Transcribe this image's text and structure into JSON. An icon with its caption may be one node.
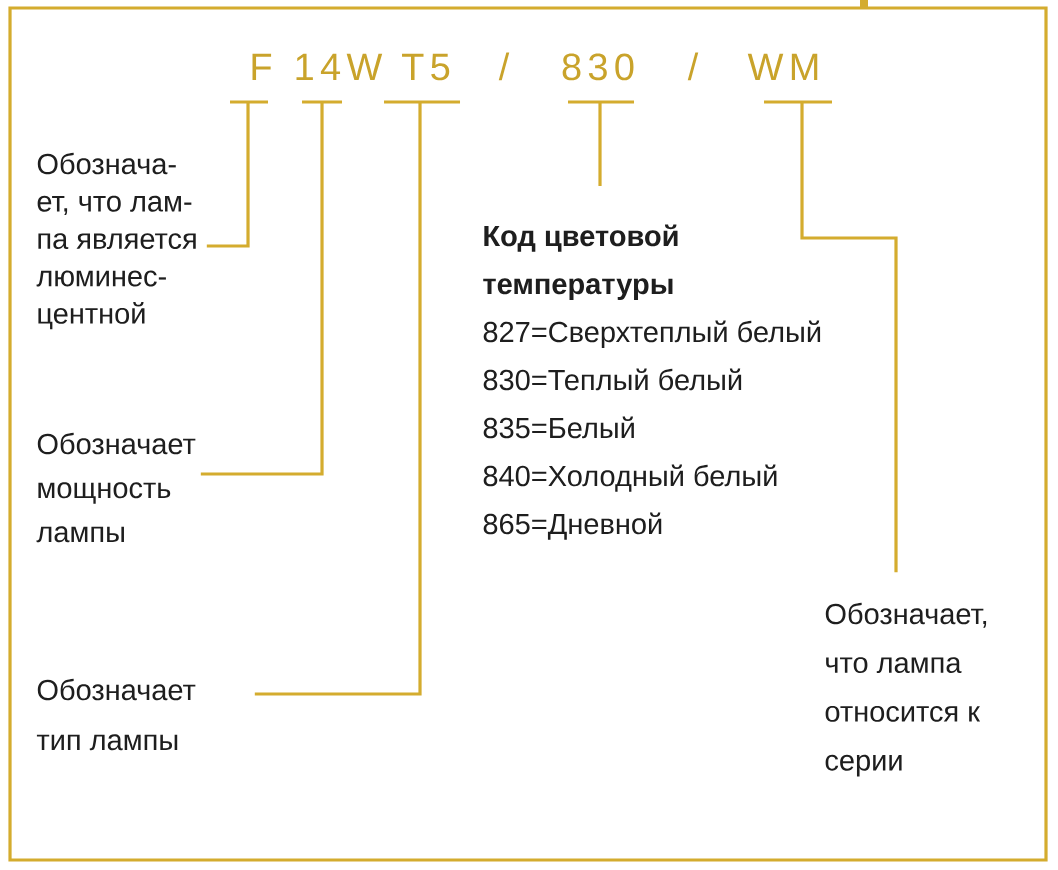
{
  "diagram": {
    "nodes": [
      {
        "text": [
          "F"
        ]
      },
      {
        "text": [
          "14W"
        ]
      },
      {
        "text": [
          "T5"
        ]
      },
      {
        "text": [
          "830"
        ]
      },
      {
        "text": [
          "WM"
        ]
      },
      {
        "text": [
          "Обознача- ет, что лам- па является люминес- центной"
        ]
      },
      {
        "text": [
          "Обозначает мощность лампы"
        ]
      },
      {
        "text": [
          "Обозначает тип лампы"
        ]
      },
      {
        "text": [
          "Код цветовой температуры",
          "827=Сверхтеплый белый",
          "830=Теплый белый",
          "835=Белый",
          "840=Холодный белый",
          "865=Дневной"
        ]
      },
      {
        "text": [
          "Обозначает, что лампа относится к серии"
        ]
      }
    ],
    "edges": [
      {
        "from": 5,
        "to": 0,
        "arrow": "none"
      },
      {
        "from": 6,
        "to": 1,
        "arrow": "none"
      },
      {
        "from": 7,
        "to": 2,
        "arrow": "none"
      },
      {
        "from": 8,
        "to": 3,
        "arrow": "none"
      },
      {
        "from": 9,
        "to": 4,
        "arrow": "none"
      }
    ],
    "labels": [
      "/",
      "/"
    ]
  }
}
